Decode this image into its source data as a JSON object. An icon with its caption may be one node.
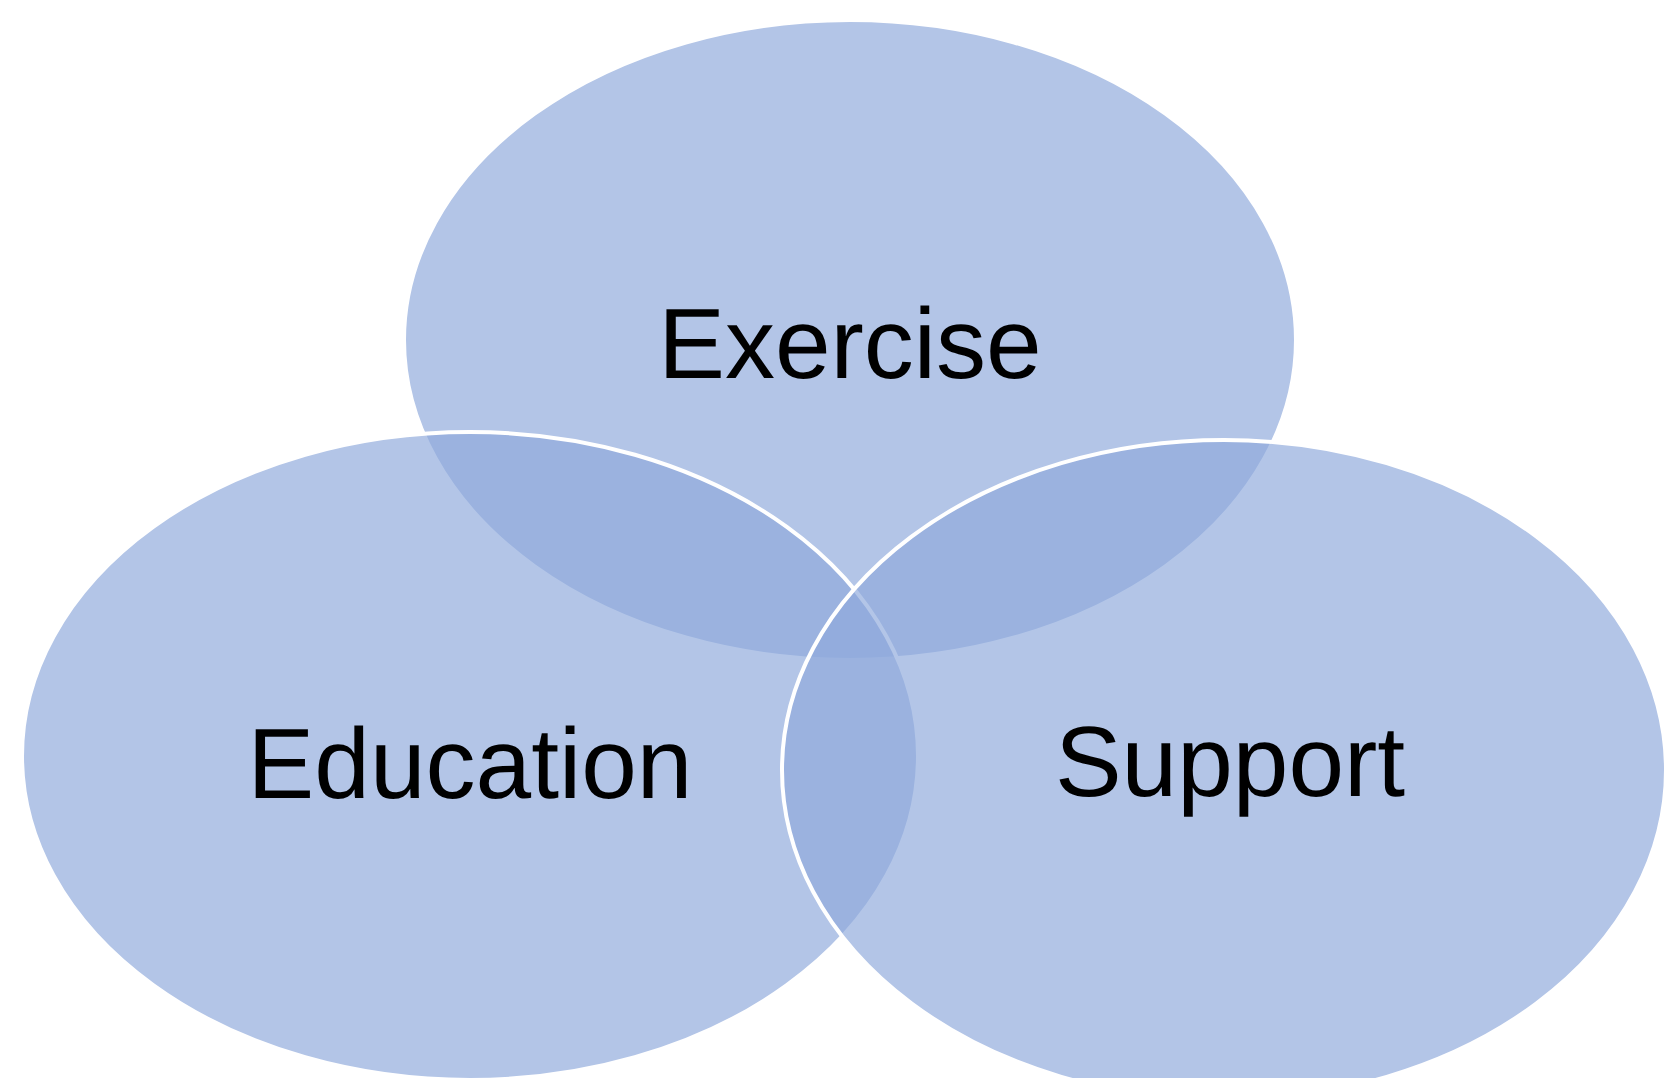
{
  "diagram": {
    "nodes": [
      {
        "text": [
          "Exercise"
        ]
      },
      {
        "text": [
          "Education"
        ]
      },
      {
        "text": [
          "Support"
        ]
      }
    ]
  }
}
